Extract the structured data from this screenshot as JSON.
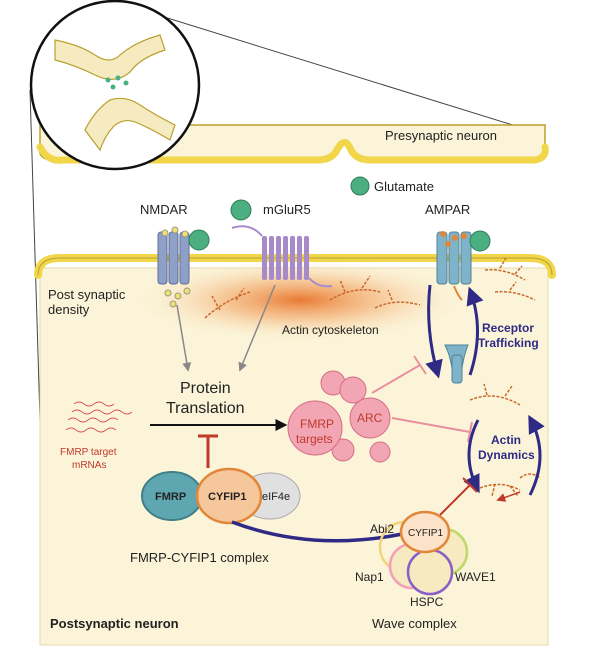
{
  "labels": {
    "presynaptic": "Presynaptic neuron",
    "glutamate": "Glutamate",
    "nmdar": "NMDAR",
    "mglur5": "mGluR5",
    "ampar": "AMPAR",
    "psd_line1": "Post synaptic",
    "psd_line2": "density",
    "actin_cytoskeleton": "Actin cytoskeleton",
    "receptor_trafficking_line1": "Receptor",
    "receptor_trafficking_line2": "Trafficking",
    "protein_translation_line1": "Protein",
    "protein_translation_line2": "Translation",
    "fmrp_target_mrnas_line1": "FMRP target",
    "fmrp_target_mrnas_line2": "mRNAs",
    "fmrp_targets_line1": "FMRP",
    "fmrp_targets_line2": "targets",
    "arc": "ARC",
    "actin_dynamics_line1": "Actin",
    "actin_dynamics_line2": "Dynamics",
    "fmrp": "FMRP",
    "cyfip1": "CYFIP1",
    "eif4e": "eIF4e",
    "complex": "FMRP-CYFIP1 complex",
    "abi2": "Abi2",
    "cyfip1_wave": "CYFIP1",
    "nap1": "Nap1",
    "wave1": "WAVE1",
    "hspc": "HSPC",
    "postsynaptic": "Postsynaptic neuron",
    "wave_complex": "Wave complex"
  },
  "colors": {
    "membrane": "#f1d64a",
    "membrane_edge": "#b9a030",
    "cell_fill": "#fbf4d8",
    "glutamate": "#4caf82",
    "receptor": "#8fa0c8",
    "mglur": "#a78ac9",
    "ampar": "#7fb3c9",
    "fmrp_targets": "#f2a6b4",
    "fmrp": "#5fa7b0",
    "cyfip1": "#f0a868",
    "eif4e": "#d9d9d9",
    "inhibit": "#c0392b",
    "trafficking": "#2e2a86",
    "actin": "#c96a2b"
  }
}
